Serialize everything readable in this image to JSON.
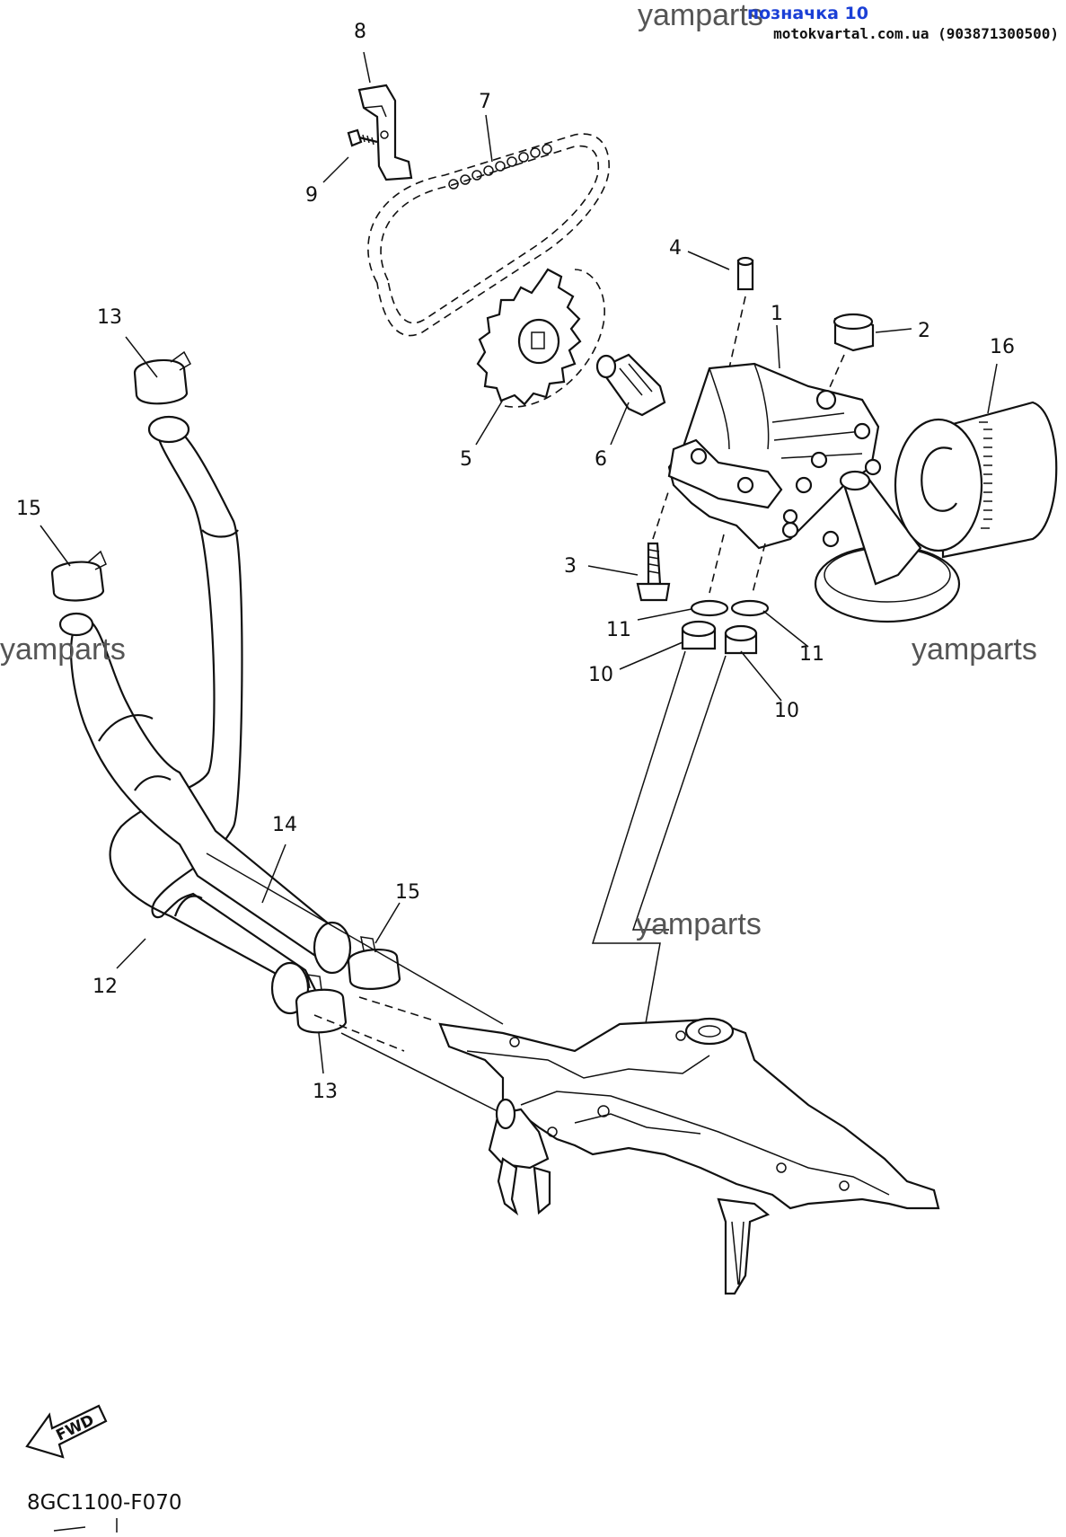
{
  "header": {
    "badge": "позначка 10",
    "source_line": "motokvartal.com.ua (903871300500)"
  },
  "watermarks": [
    "yamparts",
    "yamparts",
    "yamparts",
    "yamparts"
  ],
  "callouts": {
    "c1": "1",
    "c2": "2",
    "c3": "3",
    "c4": "4",
    "c5": "5",
    "c6": "6",
    "c7": "7",
    "c8": "8",
    "c9": "9",
    "c10a": "10",
    "c10b": "10",
    "c11a": "11",
    "c11b": "11",
    "c12": "12",
    "c13a": "13",
    "c13b": "13",
    "c14": "14",
    "c15a": "15",
    "c15b": "15",
    "c16": "16"
  },
  "fwd_label": "FWD",
  "diagram_code": "8GC1100-F070"
}
